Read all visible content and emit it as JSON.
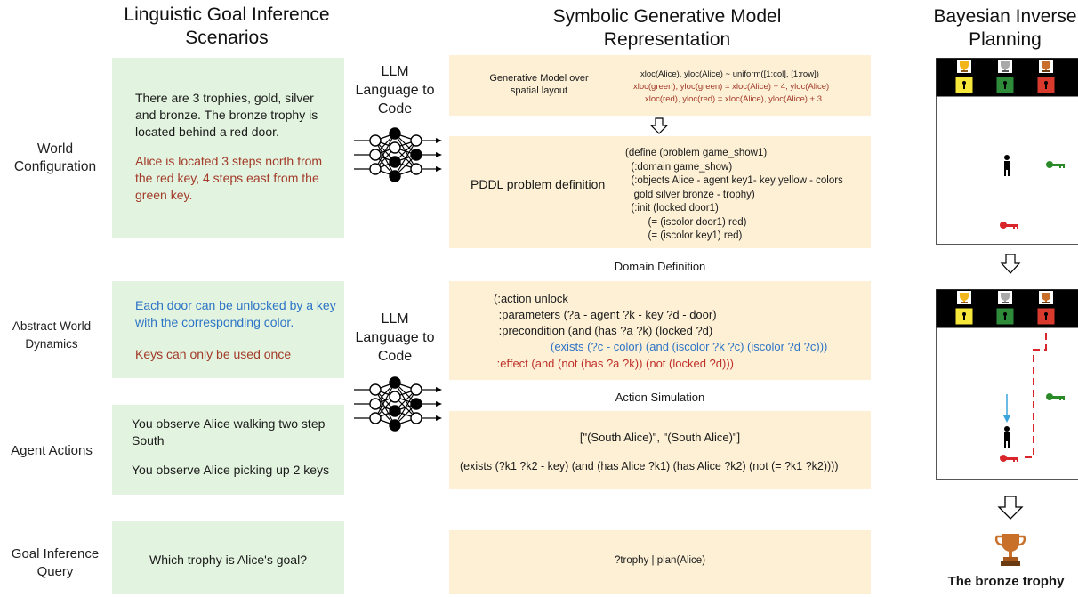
{
  "headers": {
    "col1": "Linguistic Goal Inference\nScenarios",
    "col2": "Symbolic Generative Model\nRepresentation",
    "col3": "Bayesian Inverse\nPlanning"
  },
  "row_labels": {
    "world": "World\nConfiguration",
    "dynamics": "Abstract World\nDynamics",
    "actions": "Agent Actions",
    "query": "Goal Inference\nQuery"
  },
  "llm_label": "LLM\nLanguage to\nCode",
  "scenarios": {
    "world_p1": "There are 3 trophies, gold, silver and bronze. The bronze trophy is located behind a red door.",
    "world_p2": "Alice is located 3 steps north from the red key, 4 steps east from the green key.",
    "dynamics_p1": "Each door can be unlocked by a key with the corresponding color.",
    "dynamics_p2": "Keys can only be used once",
    "actions_p1": "You observe Alice walking two step South",
    "actions_p2": "You observe Alice picking up 2 keys",
    "query": "Which trophy is Alice's goal?"
  },
  "symbolic": {
    "gen_model_label": "Generative Model over\nspatial layout",
    "gen_line1": "xloc(Alice), yloc(Alice) ~ uniform([1:col], [1:row])",
    "gen_line2": "xloc(green), yloc(green) = xloc(Alice) + 4, yloc(Alice)",
    "gen_line3": "xloc(red), yloc(red) = xloc(Alice), yloc(Alice) + 3",
    "pddl_label": "PDDL problem definition",
    "pddl_code": "(define (problem game_show1)\n  (:domain game_show)\n  (:objects Alice - agent key1- key yellow - colors\n   gold silver bronze - trophy)\n  (:init (locked door1)\n        (= (iscolor door1) red)\n        (= (iscolor key1) red)",
    "domain_title": "Domain Definition",
    "domain_l1": "(:action unlock",
    "domain_l2": " :parameters (?a - agent ?k - key ?d - door)",
    "domain_l3": " :precondition (and (has ?a ?k) (locked ?d)",
    "domain_l4": "(exists (?c - color) (and (iscolor ?k ?c) (iscolor ?d ?c)))",
    "domain_l5": " :effect (and (not (has ?a ?k)) (not (locked ?d)))",
    "sim_title": "Action Simulation",
    "sim_l1": "[\"(South Alice)\", \"(South Alice)\"]",
    "sim_l2": "(exists (?k1 ?k2 - key) (and (has Alice ?k1) (has Alice ?k2) (not (= ?k1 ?k2))))",
    "query_code": "?trophy | plan(Alice)"
  },
  "result": "The bronze trophy",
  "colors": {
    "green_box": "#e2f4df",
    "peach_box": "#fdf0d5",
    "red_text": "#a33a2a",
    "blue_text": "#2e74c6",
    "gold": "#f2b51a",
    "silver": "#a9a9a9",
    "bronze": "#c8702a",
    "door_yellow": "#f6e83a",
    "door_green": "#2e8b3a",
    "door_red": "#d83a2e",
    "key_green": "#2a8a28",
    "key_red": "#d8262a",
    "path_red": "#d8262a",
    "arrow_blue": "#3aa4dc"
  }
}
